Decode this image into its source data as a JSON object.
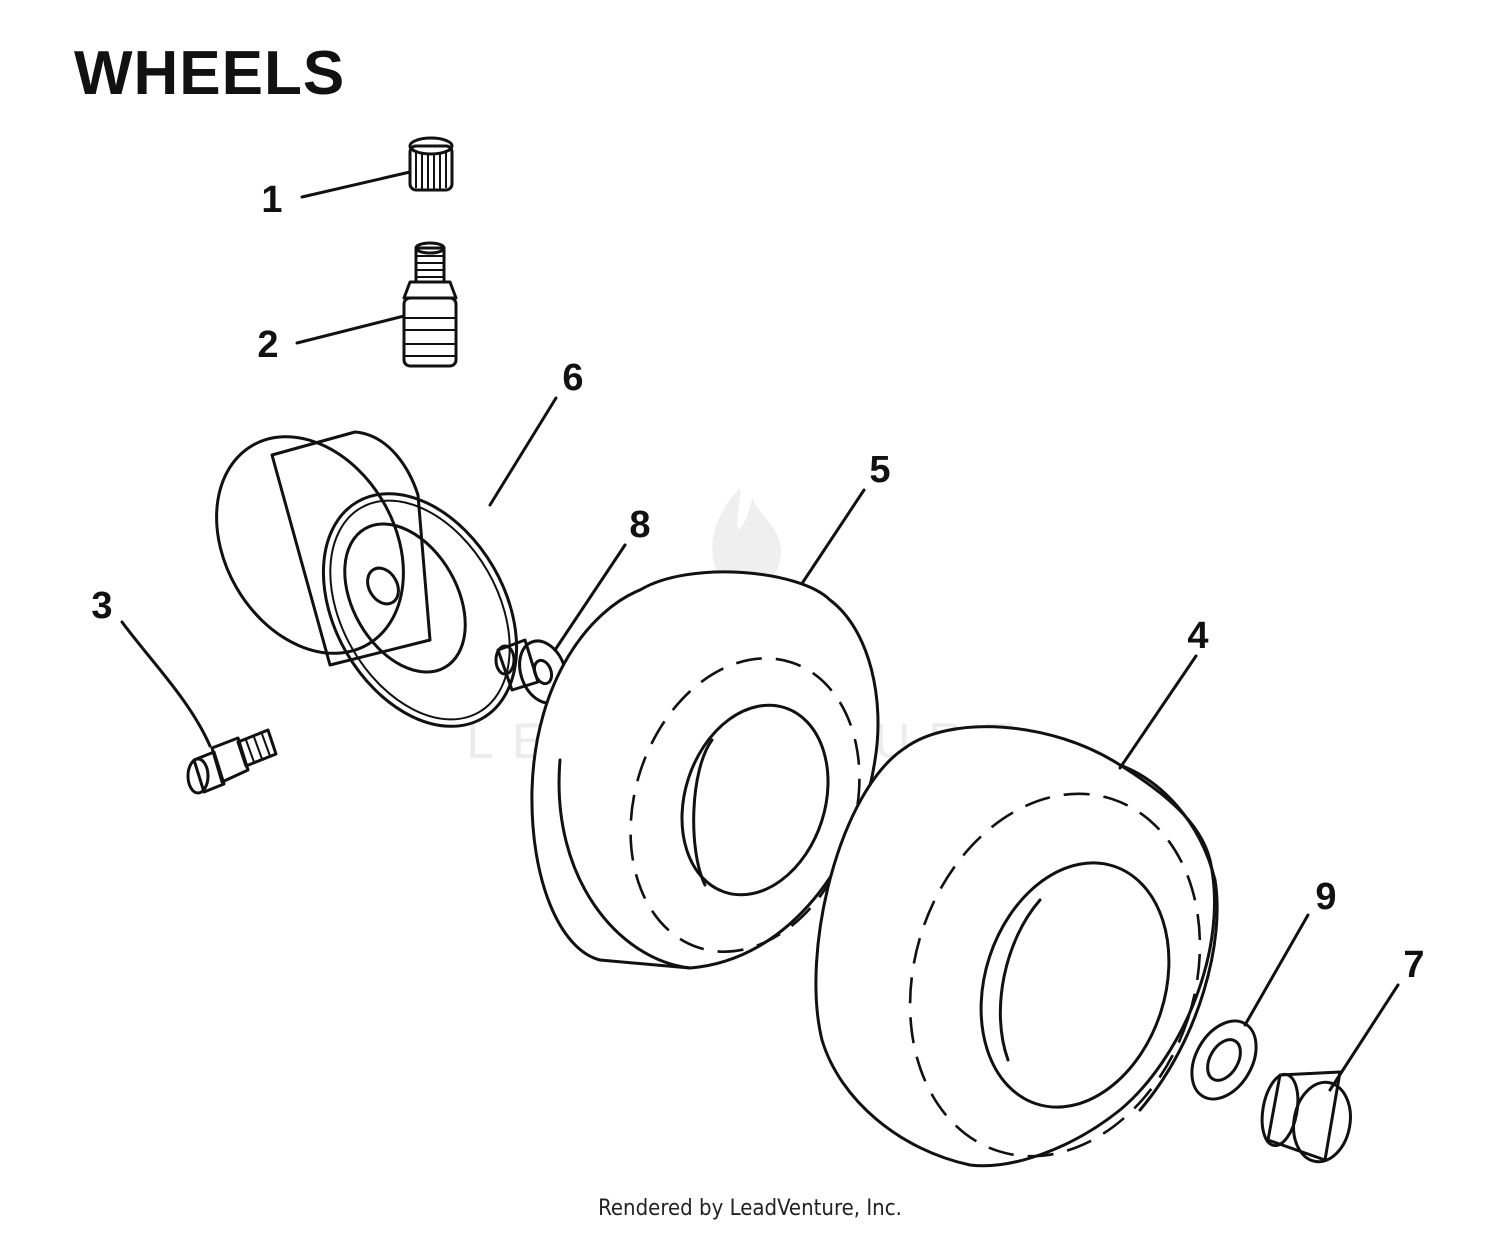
{
  "title": "WHEELS",
  "footer": "Rendered by LeadVenture, Inc.",
  "watermark": {
    "text": "LEADVENTURE",
    "color": "#ececec"
  },
  "callouts": [
    {
      "id": "1",
      "part": "valve-cap"
    },
    {
      "id": "2",
      "part": "valve-stem"
    },
    {
      "id": "3",
      "part": "grease-fitting"
    },
    {
      "id": "4",
      "part": "tire"
    },
    {
      "id": "5",
      "part": "tire"
    },
    {
      "id": "6",
      "part": "rim"
    },
    {
      "id": "7",
      "part": "bushing"
    },
    {
      "id": "8",
      "part": "flanged-bushing"
    },
    {
      "id": "9",
      "part": "washer"
    }
  ]
}
